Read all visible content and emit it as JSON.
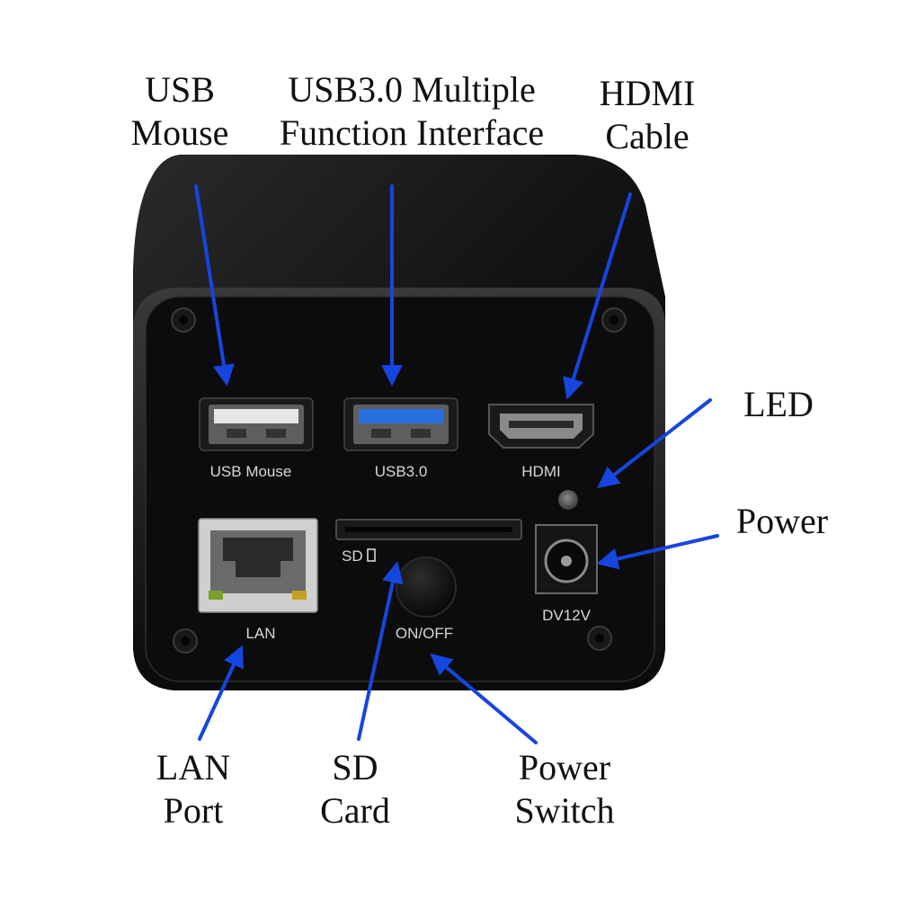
{
  "callouts": {
    "usb_mouse": {
      "line1": "USB",
      "line2": "Mouse"
    },
    "usb3": {
      "line1": "USB3.0 Multiple",
      "line2": "Function Interface"
    },
    "hdmi": {
      "line1": "HDMI",
      "line2": "Cable"
    },
    "led": {
      "line1": "LED"
    },
    "power": {
      "line1": "Power"
    },
    "lan": {
      "line1": "LAN",
      "line2": "Port"
    },
    "sd": {
      "line1": "SD",
      "line2": "Card"
    },
    "switch": {
      "line1": "Power",
      "line2": "Switch"
    }
  },
  "panel_labels": {
    "usb_mouse": "USB Mouse",
    "usb3": "USB3.0",
    "hdmi": "HDMI",
    "sd": "SD",
    "lan": "LAN",
    "onoff": "ON/OFF",
    "dc": "DV12V"
  },
  "colors": {
    "arrow": "#1646e0",
    "body": "#0e0e0e",
    "usb3_insert": "#2a6fe0"
  }
}
